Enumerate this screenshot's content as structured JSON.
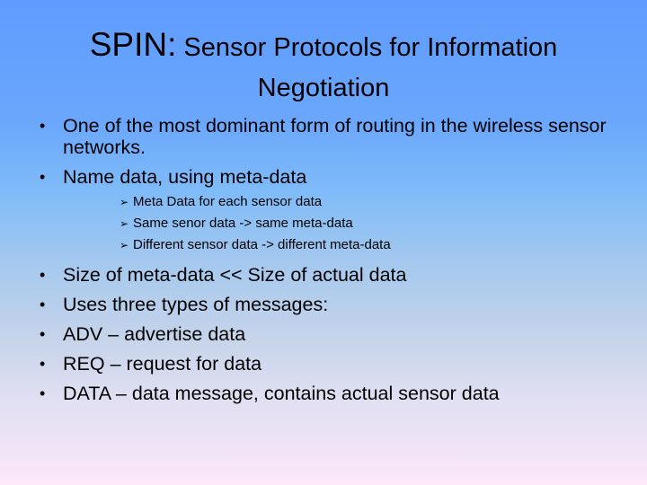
{
  "slide": {
    "title_prefix": "SPIN:",
    "title_rest": " Sensor Protocols for Information",
    "title_line2": "Negotiation",
    "bullets": [
      {
        "text": "One of the most dominant form of routing in the wireless sensor networks."
      },
      {
        "text": "Name data, using meta-data",
        "sub": [
          "Meta Data for each sensor data",
          "Same senor data -> same meta-data",
          "Different sensor data -> different meta-data"
        ]
      },
      {
        "text": "Size of meta-data << Size of actual data"
      },
      {
        "text": "Uses three types of messages:"
      },
      {
        "text": "ADV – advertise data"
      },
      {
        "text": "REQ – request for data"
      },
      {
        "text": "DATA – data message, contains actual sensor data"
      }
    ],
    "sub_bullet_glyph": "➢",
    "colors": {
      "gradient_top": "#5f9cff",
      "gradient_bottom": "#fce8f9",
      "text": "#000000"
    }
  }
}
